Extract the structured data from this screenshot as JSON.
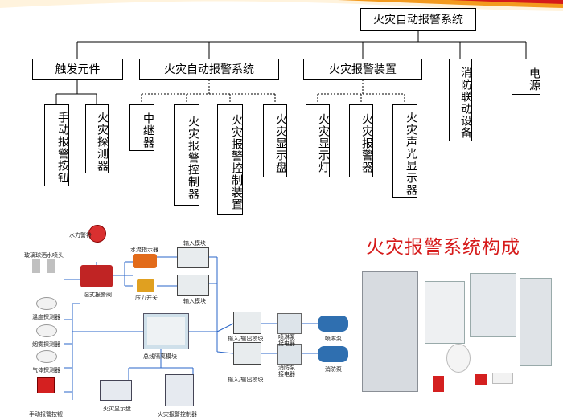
{
  "root": "火灾自动报警系统",
  "branches": [
    {
      "label": "触发元件",
      "children": [
        "手动报警按钮",
        "火灾探测器"
      ]
    },
    {
      "label": "火灾自动报警系统",
      "children": [
        "中继器",
        "火灾报警控制器",
        "火灾报警控制装置",
        "火灾显示盘"
      ]
    },
    {
      "label": "火灾报警装置",
      "children": [
        "火灾显示灯",
        "火灾报警器",
        "火灾声光显示器"
      ]
    },
    {
      "label": "消防联动设备",
      "children": []
    },
    {
      "label": "电源",
      "children": []
    }
  ],
  "diagram": {
    "title": "火灾报警系统构成",
    "labels": {
      "water_bell": "水力警铃",
      "sprinkler": "玻璃球洒水喷头",
      "flow_indicator": "水流指示器",
      "input_module_1": "输入模块",
      "input_module_2": "输入模块",
      "pressure_switch": "压力开关",
      "wet_valve": "湿式报警阀",
      "temp_detector": "温度探测器",
      "smoke_detector": "烟雾探测器",
      "gas_detector": "气体探测器",
      "manual_button": "手动报警按钮",
      "isolation_module": "总线隔离模块",
      "io_module_1": "输入/输出模块",
      "io_module_2": "输入/输出模块",
      "spray_relay": "喷淋泵\n接电器",
      "fire_relay": "消防泵\n接电器",
      "spray_pump": "喷淋泵",
      "fire_pump": "消防泵",
      "display_panel": "火灾显示盘",
      "controller": "火灾报警控制器"
    }
  },
  "colors": {
    "accent_red": "#d61a1a",
    "band_orange": "#f39a1e"
  }
}
